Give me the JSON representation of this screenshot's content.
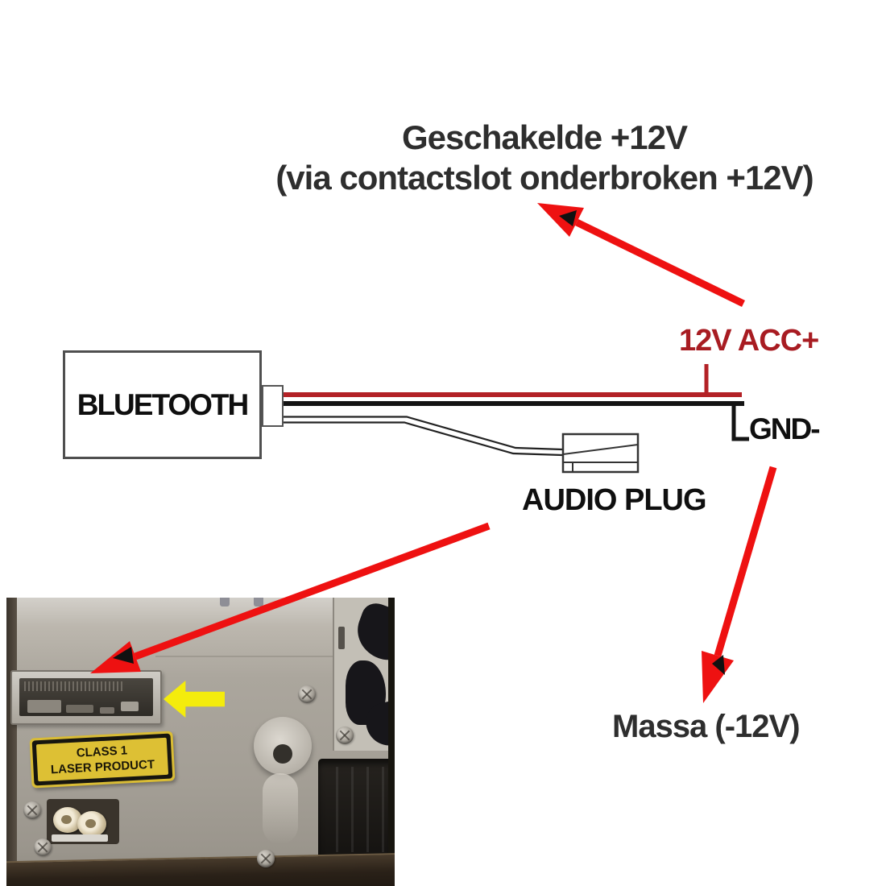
{
  "title": {
    "line1": "Geschakelde +12V",
    "line2": "(via contactslot onderbroken +12V)"
  },
  "device": {
    "label": "BLUETOOTH"
  },
  "wiring": {
    "acc_label": "12V ACC+",
    "gnd_label": "GND-",
    "audio_plug_label": "AUDIO PLUG",
    "ground_label": "Massa (-12V)"
  },
  "photo": {
    "laser_label_line1": "CLASS 1",
    "laser_label_line2": "LASER PRODUCT"
  },
  "colors": {
    "arrow_red": "#ee1111",
    "wire_red": "#b32126",
    "wire_black": "#141414",
    "acc_text_red": "#a81c22",
    "highlight_arrow_yellow": "#f4ec0c",
    "laser_label_yellow": "#ddc034"
  }
}
